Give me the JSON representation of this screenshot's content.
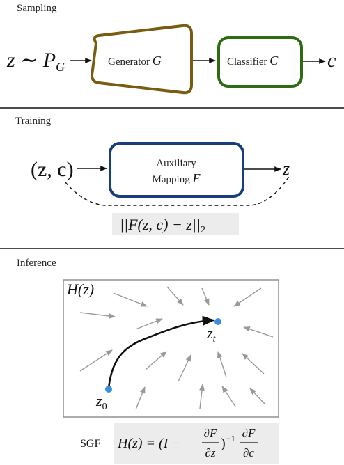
{
  "sections": {
    "sampling": "Sampling",
    "training": "Training",
    "inference": "Inference"
  },
  "sampling": {
    "input_latex": "z ∼ P",
    "input_sub": "G",
    "generator_text": "Generator ",
    "generator_var": "G",
    "classifier_text": "Classifier ",
    "classifier_var": "C",
    "output": "c",
    "colors": {
      "generator": "#7a5c10",
      "classifier": "#2f6b12"
    }
  },
  "training": {
    "input": "(z, c)",
    "box_line1": "Auxiliary",
    "box_line2": "Mapping ",
    "box_var": "F",
    "output": "z",
    "loss": "||F(z, c) − z||",
    "loss_sub": "2",
    "colors": {
      "box": "#173f7a"
    }
  },
  "inference": {
    "field_label": "H(z)",
    "start_label": "z",
    "start_sub": "0",
    "end_label": "z",
    "end_sub": "t",
    "sgf_label": "SGF",
    "formula_lhs": "H(z) = (I −",
    "formula_exp": "−1",
    "frac1_num": "∂F",
    "frac1_den": "∂z",
    "frac2_num": "∂F",
    "frac2_den": "∂c",
    "colors": {
      "point": "#3b8fe3",
      "arrow": "#999999"
    }
  }
}
